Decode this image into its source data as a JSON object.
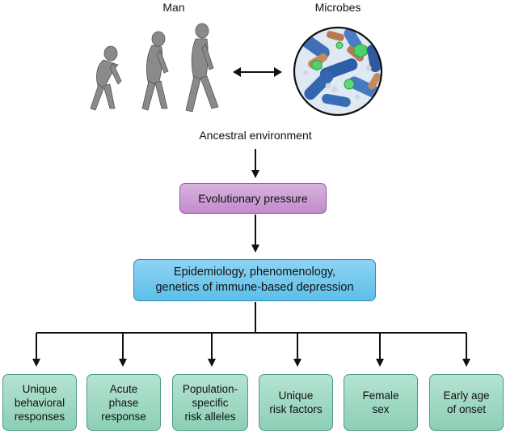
{
  "labels": {
    "man": "Man",
    "microbes": "Microbes",
    "ancestral_environment": "Ancestral environment"
  },
  "nodes": {
    "evolutionary_pressure": "Evolutionary pressure",
    "epidemiology": "Epidemiology, phenomenology,\ngenetics of immune-based depression"
  },
  "outcomes": [
    {
      "id": "unique-behavioral-responses",
      "label": "Unique\nbehavioral\nresponses"
    },
    {
      "id": "acute-phase-response",
      "label": "Acute\nphase\nresponse"
    },
    {
      "id": "population-specific-risk-alleles",
      "label": "Population-\nspecific\nrisk alleles"
    },
    {
      "id": "unique-risk-factors",
      "label": "Unique\nrisk factors"
    },
    {
      "id": "female-sex",
      "label": "Female\nsex"
    },
    {
      "id": "early-age-of-onset",
      "label": "Early age\nof onset"
    }
  ],
  "colors": {
    "evolutionary_box": "#c28bcb",
    "epidemiology_box": "#5cbfe8",
    "outcome_box": "#8ccfb6",
    "figure_gray": "#8a8a8a",
    "microbe_blue": "#3f6fb8"
  },
  "icons": [
    "human-evolution-icon",
    "bidirectional-arrow-icon",
    "microbes-icon"
  ]
}
